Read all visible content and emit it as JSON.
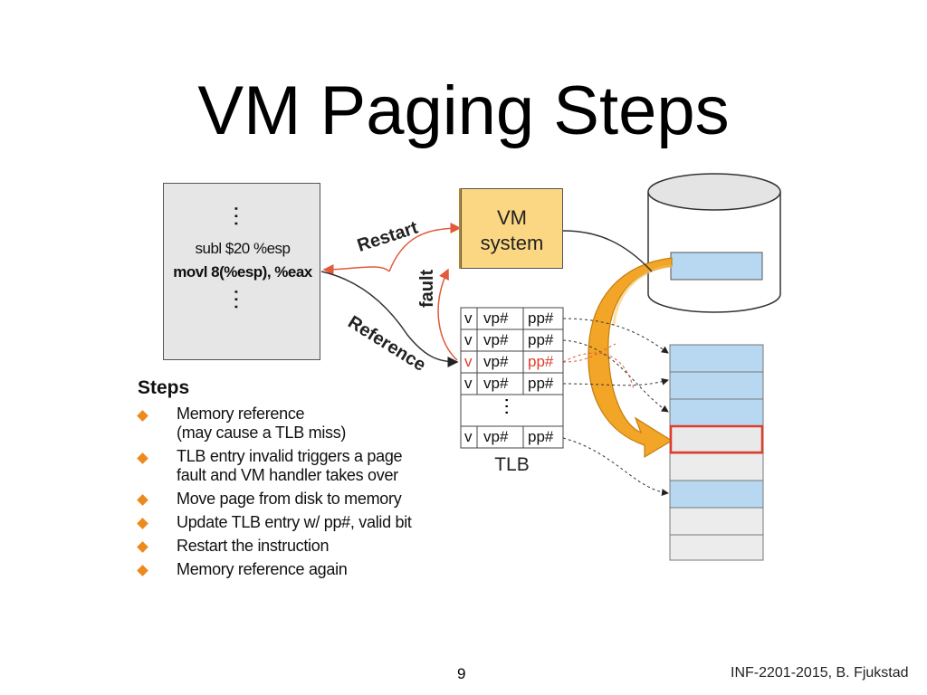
{
  "title": "VM Paging Steps",
  "code": {
    "ellipsis_top": "…",
    "line1": "subl $20 %esp",
    "line2": "movl 8(%esp), %eax",
    "ellipsis_bottom": "…"
  },
  "vm_system": {
    "line1": "VM",
    "line2": "system"
  },
  "arrows": {
    "restart": "Restart",
    "fault": "fault",
    "reference": "Reference"
  },
  "tlb": {
    "label": "TLB",
    "rows": [
      {
        "v": "v",
        "vp": "vp#",
        "pp": "pp#",
        "highlight": false
      },
      {
        "v": "v",
        "vp": "vp#",
        "pp": "pp#",
        "highlight": false
      },
      {
        "v": "v",
        "vp": "vp#",
        "pp": "pp#",
        "highlight": true
      },
      {
        "v": "v",
        "vp": "vp#",
        "pp": "pp#",
        "highlight": false
      },
      {
        "v": "v",
        "vp": "vp#",
        "pp": "pp#",
        "highlight": false
      }
    ],
    "ellipsis": "…"
  },
  "steps": {
    "heading": "Steps",
    "items": [
      {
        "line1": "Memory reference",
        "line2": "(may cause a TLB miss)"
      },
      {
        "line1": "TLB entry invalid triggers a page",
        "line2": "fault and VM handler takes over"
      },
      {
        "line1": "Move page from disk to memory",
        "line2": ""
      },
      {
        "line1": "Update TLB entry w/ pp#, valid bit",
        "line2": ""
      },
      {
        "line1": "Restart the instruction",
        "line2": ""
      },
      {
        "line1": "Memory reference again",
        "line2": ""
      }
    ]
  },
  "page_number": "9",
  "footer": "INF-2201-2015, B. Fjukstad",
  "colors": {
    "accent_orange": "#f2a526",
    "highlight_red": "#e03c2c",
    "page_blue": "#b7d8f0",
    "vm_yellow": "#fcd783",
    "code_gray": "#e6e6e6"
  }
}
